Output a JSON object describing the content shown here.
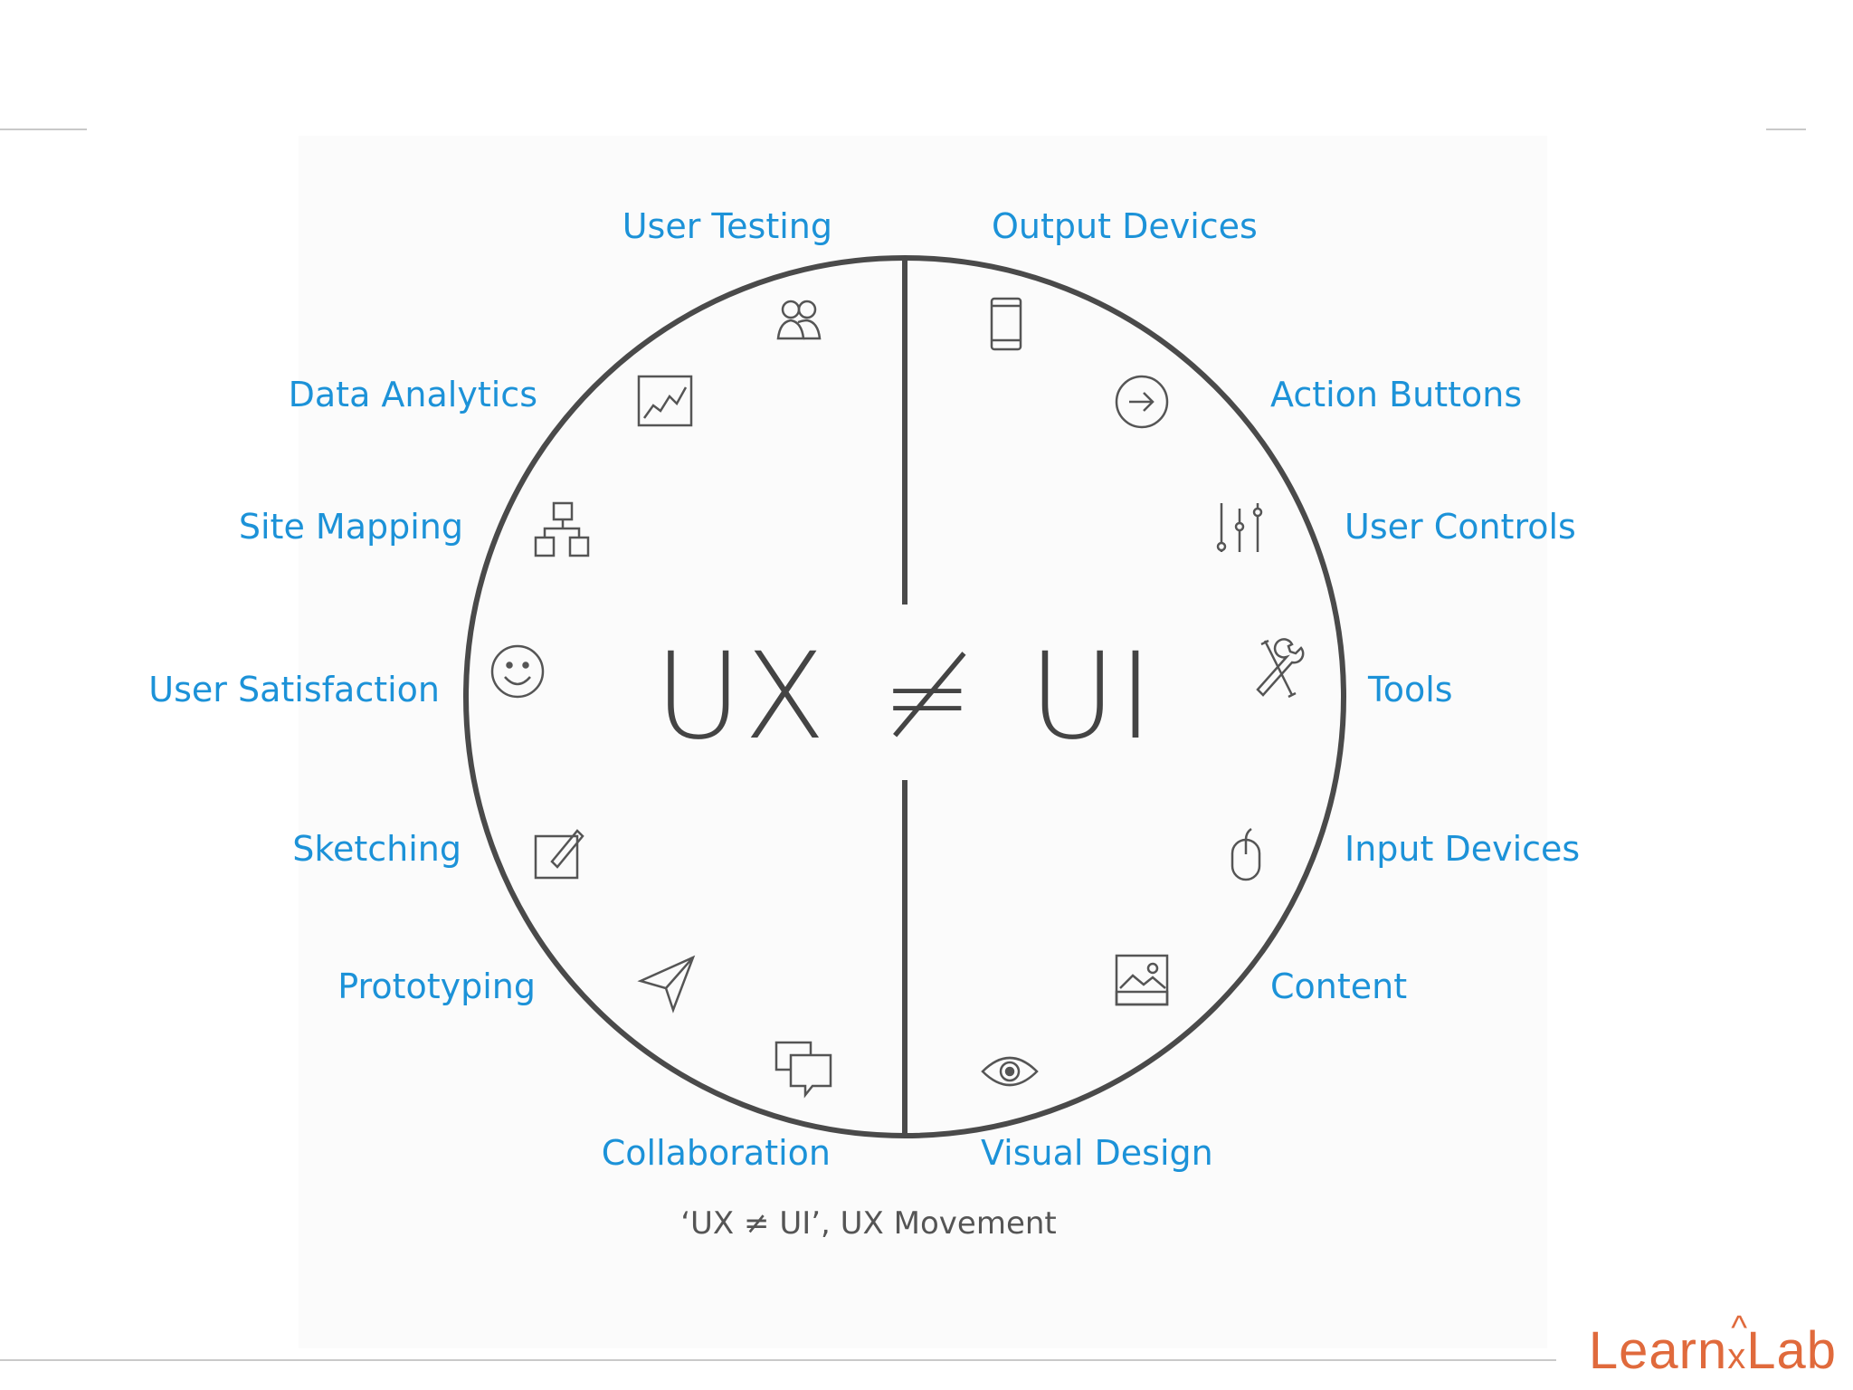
{
  "title": {
    "left": "UX",
    "symbol": "≠",
    "right": "UI"
  },
  "caption": "‘UX ≠ UI’, UX Movement",
  "logo": {
    "part1": "Learn",
    "part2": "x",
    "part3": "Lab"
  },
  "ux_items": [
    {
      "label": "User Testing",
      "icon": "users-icon"
    },
    {
      "label": "Data Analytics",
      "icon": "line-chart-icon"
    },
    {
      "label": "Site Mapping",
      "icon": "sitemap-icon"
    },
    {
      "label": "User Satisfaction",
      "icon": "smiley-icon"
    },
    {
      "label": "Sketching",
      "icon": "sketch-pad-icon"
    },
    {
      "label": "Prototyping",
      "icon": "paper-plane-icon"
    },
    {
      "label": "Collaboration",
      "icon": "chat-bubbles-icon"
    }
  ],
  "ui_items": [
    {
      "label": "Output Devices",
      "icon": "smartphone-icon"
    },
    {
      "label": "Action Buttons",
      "icon": "arrow-circle-icon"
    },
    {
      "label": "User Controls",
      "icon": "sliders-icon"
    },
    {
      "label": "Tools",
      "icon": "tools-icon"
    },
    {
      "label": "Input Devices",
      "icon": "mouse-icon"
    },
    {
      "label": "Content",
      "icon": "image-icon"
    },
    {
      "label": "Visual Design",
      "icon": "eye-icon"
    }
  ],
  "colors": {
    "label": "#1c92d8",
    "line": "#4a4a4a",
    "logo": "#e06a3c"
  }
}
